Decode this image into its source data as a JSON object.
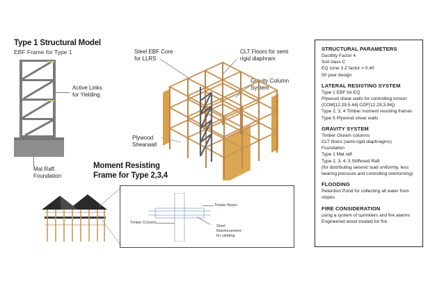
{
  "type1": {
    "title": "Type 1 Structural Model",
    "subtitle": "EBF Frame for Type 1",
    "active_links_label": [
      "Active Links",
      "for Yielding"
    ],
    "mat_raft_label": [
      "Mat Raft",
      "Foundation"
    ]
  },
  "iso_labels": {
    "steel_core": [
      "Steel EBF Core",
      "for LLRS"
    ],
    "clt_floors": [
      "CLT Floors for semi",
      "rigid diaphram"
    ],
    "gravity_column": [
      "Gravity Column",
      "System"
    ],
    "plywood": [
      "Plywood",
      "Shearwall"
    ]
  },
  "moment": {
    "title": [
      "Moment Resisting",
      "Frame for Type 2,3,4"
    ],
    "timber_beam": "Timber Beam",
    "timber_column": "Timber Column",
    "steel_reinf": [
      "Steel",
      "Reinforcement",
      "for yielding"
    ]
  },
  "panel": {
    "sections": [
      {
        "heading": "STRUCTURAL PARAMETERS",
        "lines": [
          "Ductility Factor 4",
          "Soil class C",
          "EQ zone 3 Z factor = 0.40",
          "50 year design"
        ]
      },
      {
        "heading": "LATERAL RESISTING SYSTEM",
        "lines": [
          "Type 1 EBF for EQ",
          "Plywood shear walls for controlling torsion",
          "(COM[12.29,5.44] COF[12.29,3.94])",
          "Type 2, 3, 4 Timber moment resisting frames",
          "Type 5 Plywood shear walls"
        ]
      },
      {
        "heading": "GRAVITY SYSTEM",
        "lines": [
          "Timber Glulam columns",
          "CLT floors (semi-rigid diaphragms)",
          "Foundation",
          "Type 1 Mat raft",
          "Type 2, 3, 4, 5 Stiffened Raft",
          "(for distributing seismic load uniformly, less",
          "bearing pressure and controlling overturning)"
        ]
      },
      {
        "heading": "FLOODING",
        "lines": [
          "Retention Pond for collecting all water from",
          "slopes"
        ]
      },
      {
        "heading": "FIRE CONSIDERATION",
        "lines": [
          "using a system of sprinklers and fire alarms",
          "Engineered wood treated for fire."
        ]
      }
    ]
  },
  "colors": {
    "timber": "#c9975b",
    "plywood": "#d9a24a",
    "steel": "#6d6d6d",
    "concrete": "#8c8c8c"
  }
}
